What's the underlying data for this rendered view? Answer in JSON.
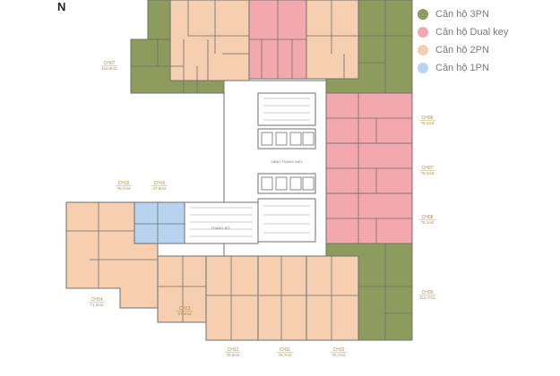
{
  "colors": {
    "three_br": "#8d9c5c",
    "dual_key": "#f2a8ac",
    "two_br": "#f5cfb0",
    "one_br": "#b8d3f0",
    "wall": "#6f6f6f",
    "core": "#ffffff",
    "label_gold": "#b58a3a"
  },
  "legend": [
    {
      "label": "Căn hộ 3PN",
      "color": "#8d9c5c",
      "icon": "circle-icon"
    },
    {
      "label": "Căn hộ Dual key",
      "color": "#f2a8ac",
      "icon": "circle-icon"
    },
    {
      "label": "Căn hộ 2PN",
      "color": "#f5cfb0",
      "icon": "circle-icon"
    },
    {
      "label": "Căn hộ 1PN",
      "color": "#b8d3f0",
      "icon": "circle-icon"
    }
  ],
  "compass": {
    "icon": "north-arrow-icon",
    "text": "N"
  },
  "units": [
    {
      "code": "CH07",
      "area": "116,9m2",
      "type": "three_br"
    },
    {
      "code": "CH06",
      "area": "76,1m2",
      "type": "dual_key"
    },
    {
      "code": "CH07",
      "area": "76,1m2",
      "type": "dual_key"
    },
    {
      "code": "CH08",
      "area": "76,1m2",
      "type": "dual_key"
    },
    {
      "code": "CH09",
      "area": "112,7m2",
      "type": "three_br"
    },
    {
      "code": "CH10",
      "area": "76,7m2",
      "type": "two_br"
    },
    {
      "code": "CH11",
      "area": "76,7m2",
      "type": "two_br"
    },
    {
      "code": "CH12",
      "area": "76,6m2",
      "type": "two_br"
    },
    {
      "code": "CH13",
      "area": "57,4m2",
      "type": "two_br"
    },
    {
      "code": "CH14",
      "area": "71,3m2",
      "type": "two_br"
    },
    {
      "code": "CH15",
      "area": "76,7m2",
      "type": "two_br"
    },
    {
      "code": "CH16",
      "area": "37,9m2",
      "type": "one_br"
    }
  ],
  "core": {
    "lobby_label": "SẢNH THANG MÁY",
    "stair_label": "THANG BỘ"
  }
}
